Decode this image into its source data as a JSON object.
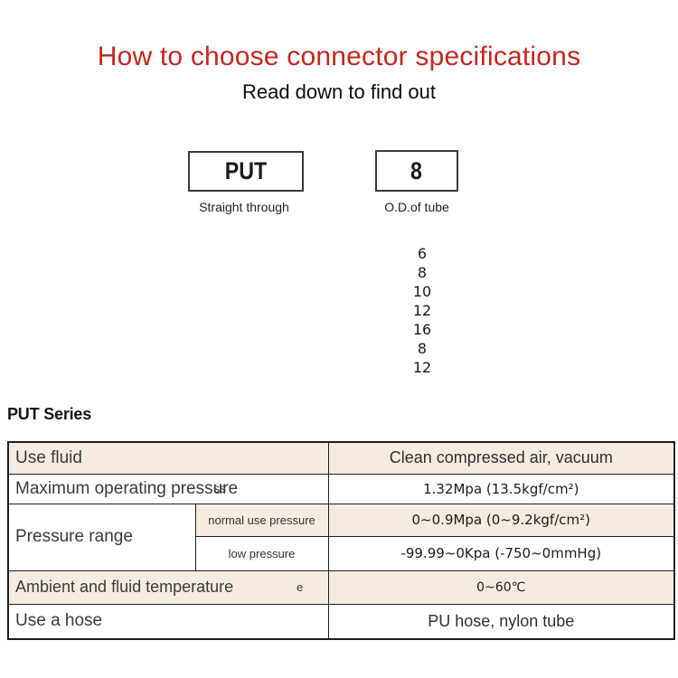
{
  "page": {
    "title": "How to choose connector specifications",
    "subtitle": "Read down to find out"
  },
  "selector": {
    "model": {
      "code": "PUT",
      "caption": "Straight through"
    },
    "size": {
      "code": "8",
      "caption": "O.D.of tube"
    },
    "size_options": [
      "6",
      "8",
      "10",
      "12",
      "16",
      "8",
      "12"
    ]
  },
  "series": {
    "heading": "PUT Series"
  },
  "spec_table": {
    "use_fluid": {
      "label": "Use fluid",
      "value": "Clean compressed air, vacuum"
    },
    "max_pressure": {
      "label": "Maximum operating pressure",
      "overlap_artifact": "ss",
      "value": "1.32Mpa (13.5kgf/cm²)"
    },
    "pressure_range": {
      "label": "Pressure range",
      "normal": {
        "label": "normal use pressure",
        "value": "0~0.9Mpa (0~9.2kgf/cm²)"
      },
      "low": {
        "label": "low pressure",
        "value": "-99.99~0Kpa (-750~0mmHg)"
      }
    },
    "temperature": {
      "label": "Ambient and fluid temperature",
      "stray_artifact": "e",
      "value": "0~60℃"
    },
    "hose": {
      "label": "Use a hose",
      "value": "PU hose, nylon tube"
    }
  },
  "colors": {
    "title_red": "#c4271f",
    "row_beige": "#f5ecdf",
    "table_border": "#1f1f1f",
    "label_gray": "#3b3b3b"
  }
}
